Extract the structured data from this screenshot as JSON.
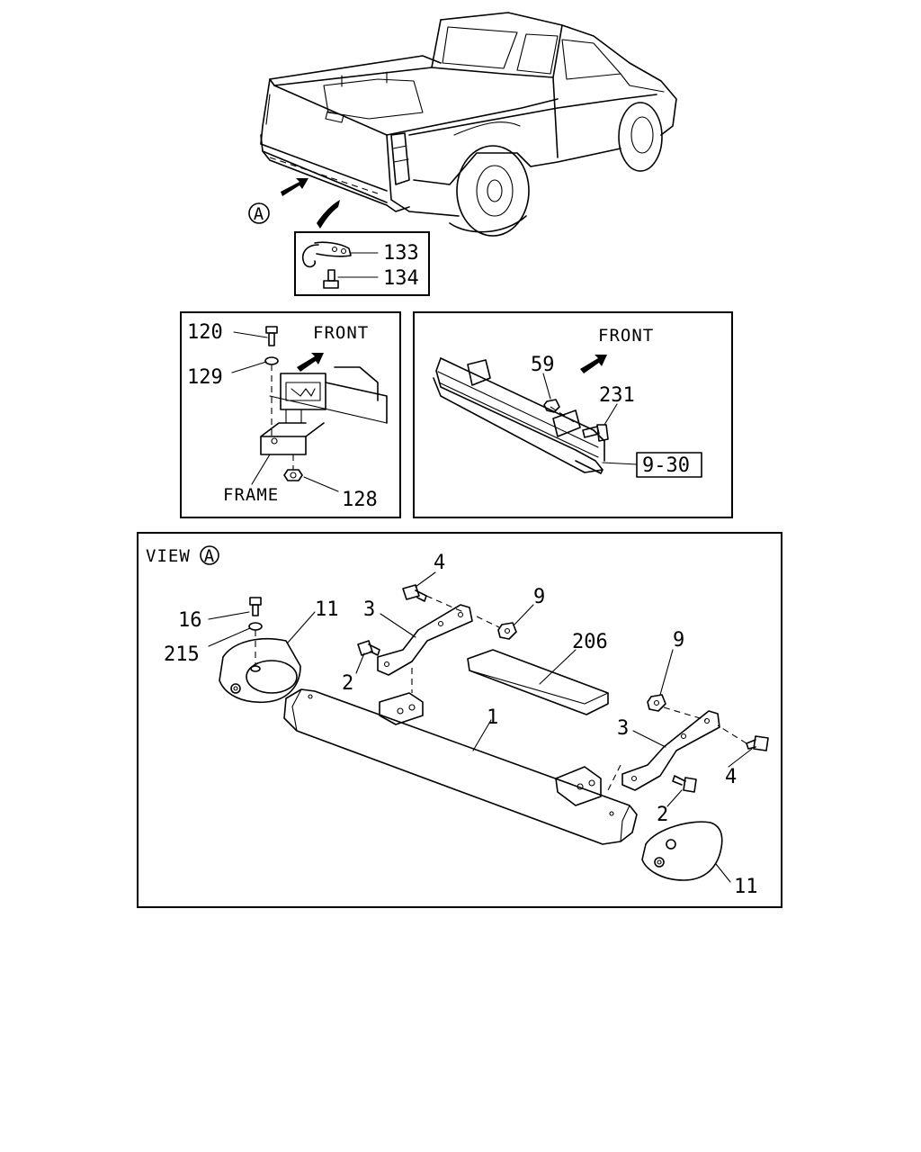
{
  "top": {
    "view_marker": "A",
    "callouts": {
      "hook": "133",
      "hook_bolt": "134"
    }
  },
  "panel_left": {
    "front": "FRONT",
    "frame": "FRAME",
    "callouts": {
      "bolt": "120",
      "washer": "129",
      "nut": "128"
    }
  },
  "panel_right": {
    "front": "FRONT",
    "callouts": {
      "nut": "59",
      "bolt": "231",
      "ref": "9-30"
    }
  },
  "view_panel": {
    "title": "VIEW",
    "marker": "A",
    "callouts": {
      "step_bar": "1",
      "bolt_left": "2",
      "bolt_right": "2",
      "bracket_left": "3",
      "bracket_right": "3",
      "bolt_top_left": "4",
      "bolt_right_end": "4",
      "nut_left": "9",
      "nut_right": "9",
      "end_cap_left": "11",
      "end_cap_right": "11",
      "screw": "16",
      "pad": "206",
      "washer": "215"
    }
  }
}
